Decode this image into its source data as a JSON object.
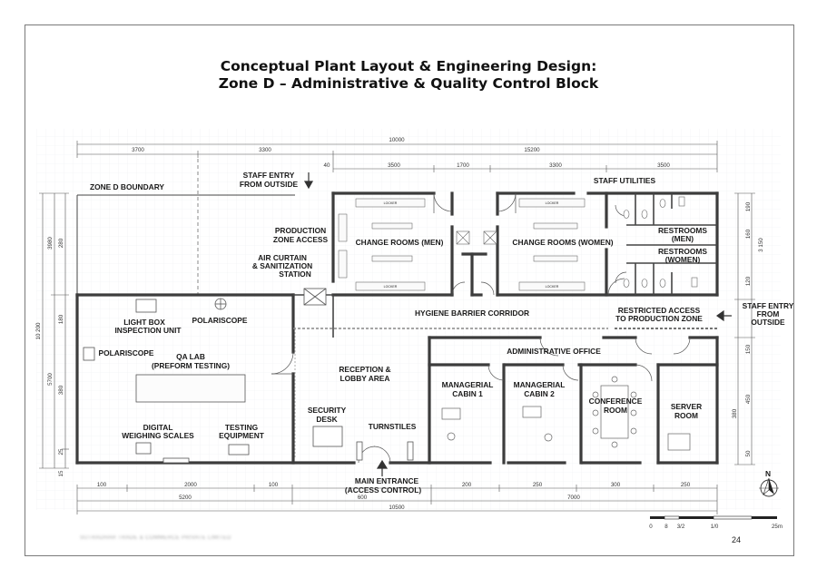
{
  "title": {
    "line1": "Conceptual Plant Layout & Engineering Design:",
    "line2": "Zone D – Administrative & Quality Control Block"
  },
  "labels": {
    "zone_boundary": "ZONE D BOUNDARY",
    "staff_entry_top_1": "STAFF ENTRY",
    "staff_entry_top_2": "FROM OUTSIDE",
    "production_access_1": "PRODUCTION",
    "production_access_2": "ZONE ACCESS",
    "air_curtain_1": "AIR CURTAIN",
    "air_curtain_2": "& SANITIZATION",
    "air_curtain_3": "STATION",
    "change_men": "CHANGE ROOMS (MEN)",
    "change_women": "CHANGE ROOMS (WOMEN)",
    "staff_utilities": "STAFF UTILITIES",
    "restrooms_men_1": "RESTROOMS",
    "restrooms_men_2": "(MEN)",
    "restrooms_women_1": "RESTROOMS",
    "restrooms_women_2": "(WOMEN)",
    "locker": "LOCKER",
    "hygiene_corridor": "HYGIENE BARRIER CORRIDOR",
    "restricted_1": "RESTRICTED ACCESS",
    "restricted_2": "TO PRODUCTION ZONE",
    "staff_entry_right_1": "STAFF ENTRY",
    "staff_entry_right_2": "FROM",
    "staff_entry_right_3": "OUTSIDE",
    "light_box_1": "LIGHT BOX",
    "light_box_2": "INSPECTION UNIT",
    "polariscope_top": "POLARISCOPE",
    "polariscope_left": "POLARISCOPE",
    "qa_lab_1": "QA LAB",
    "qa_lab_2": "(PREFORM TESTING)",
    "digital_scales_1": "DIGITAL",
    "digital_scales_2": "WEIGHING SCALES",
    "testing_equipment_1": "TESTING",
    "testing_equipment_2": "EQUIPMENT",
    "reception_1": "RECEPTION &",
    "reception_2": "LOBBY AREA",
    "security_1": "SECURITY",
    "security_2": "DESK",
    "turnstiles": "TURNSTILES",
    "admin_office": "ADMINISTRATIVE OFFICE",
    "cabin1_1": "MANAGERIAL",
    "cabin1_2": "CABIN 1",
    "cabin2_1": "MANAGERIAL",
    "cabin2_2": "CABIN 2",
    "conference_1": "CONFERENCE",
    "conference_2": "ROOM",
    "server_1": "SERVER",
    "server_2": "ROOM",
    "main_entrance_1": "MAIN ENTRANCE",
    "main_entrance_2": "(ACCESS CONTROL)",
    "north": "N"
  },
  "dimensions": {
    "top_overall": "10000",
    "top_left_a": "3700",
    "top_left_b": "3300",
    "top_right_overall": "15200",
    "top_seg_40": "40",
    "top_seg_3500a": "3500",
    "top_seg_1700": "1700",
    "top_seg_3300": "3300",
    "top_seg_3500b": "3500",
    "bottom_100a": "100",
    "bottom_2000": "2000",
    "bottom_100b": "100",
    "bottom_200": "200",
    "bottom_250a": "250",
    "bottom_300": "300",
    "bottom_250b": "250",
    "bottom_5200": "5200",
    "bottom_600": "600",
    "bottom_7000": "7000",
    "bottom_overall": "10500",
    "left_overall": "10 200",
    "left_3980": "3980",
    "left_280": "280",
    "left_5700": "5700",
    "left_180": "180",
    "left_380": "380",
    "left_25": "25",
    "left_15": "15",
    "right_190": "190",
    "right_160": "160",
    "right_3150": "3 150",
    "right_120": "120",
    "right_150": "150",
    "right_450": "450",
    "right_380": "380",
    "right_50": "50"
  },
  "scale": {
    "ticks": [
      "0",
      "8",
      "3/2",
      "1/0",
      "25m"
    ]
  },
  "footer": {
    "company": "SUTRADHAR TRADE & COMMERCE PRIVATE LIMITED",
    "page": "24"
  }
}
